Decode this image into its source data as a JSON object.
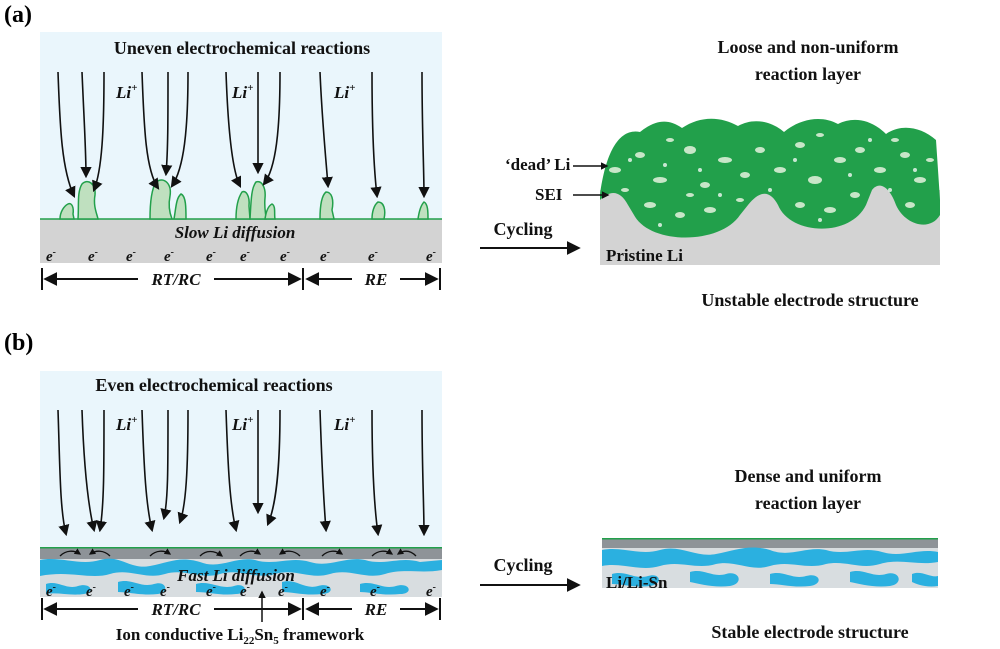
{
  "panel_a": {
    "tag": "(a)",
    "title": "Uneven electrochemical reactions",
    "li_ion": "Li",
    "li_charge": "+",
    "diffusion": "Slow Li diffusion",
    "electron": "e",
    "electron_charge": "-",
    "rtrc": "RT/RC",
    "re": "RE",
    "cycling": "Cycling",
    "result_title_1": "Loose and non-uniform",
    "result_title_2": "reaction layer",
    "dead_li": "‘dead’ Li",
    "sei": "SEI",
    "pristine": "Pristine Li",
    "caption": "Unstable electrode structure"
  },
  "panel_b": {
    "tag": "(b)",
    "title": "Even electrochemical reactions",
    "li_ion": "Li",
    "li_charge": "+",
    "diffusion": "Fast Li diffusion",
    "electron": "e",
    "electron_charge": "-",
    "rtrc": "RT/RC",
    "re": "RE",
    "framework_prefix": "Ion conductive Li",
    "framework_sub1": "22",
    "framework_mid": "Sn",
    "framework_sub2": "5",
    "framework_suffix": " framework",
    "cycling": "Cycling",
    "result_title_1": "Dense and uniform",
    "result_title_2": "reaction layer",
    "lisn": "Li/Li-Sn",
    "caption": "Stable electrode structure"
  },
  "colors": {
    "electrolyte": "#eaf6fc",
    "lithium": "#d3d3d3",
    "sei_green": "#22a04b",
    "dead_li": "#bfe0bf",
    "li_sn_blue": "#2bb0e0",
    "arrow": "#111111"
  }
}
